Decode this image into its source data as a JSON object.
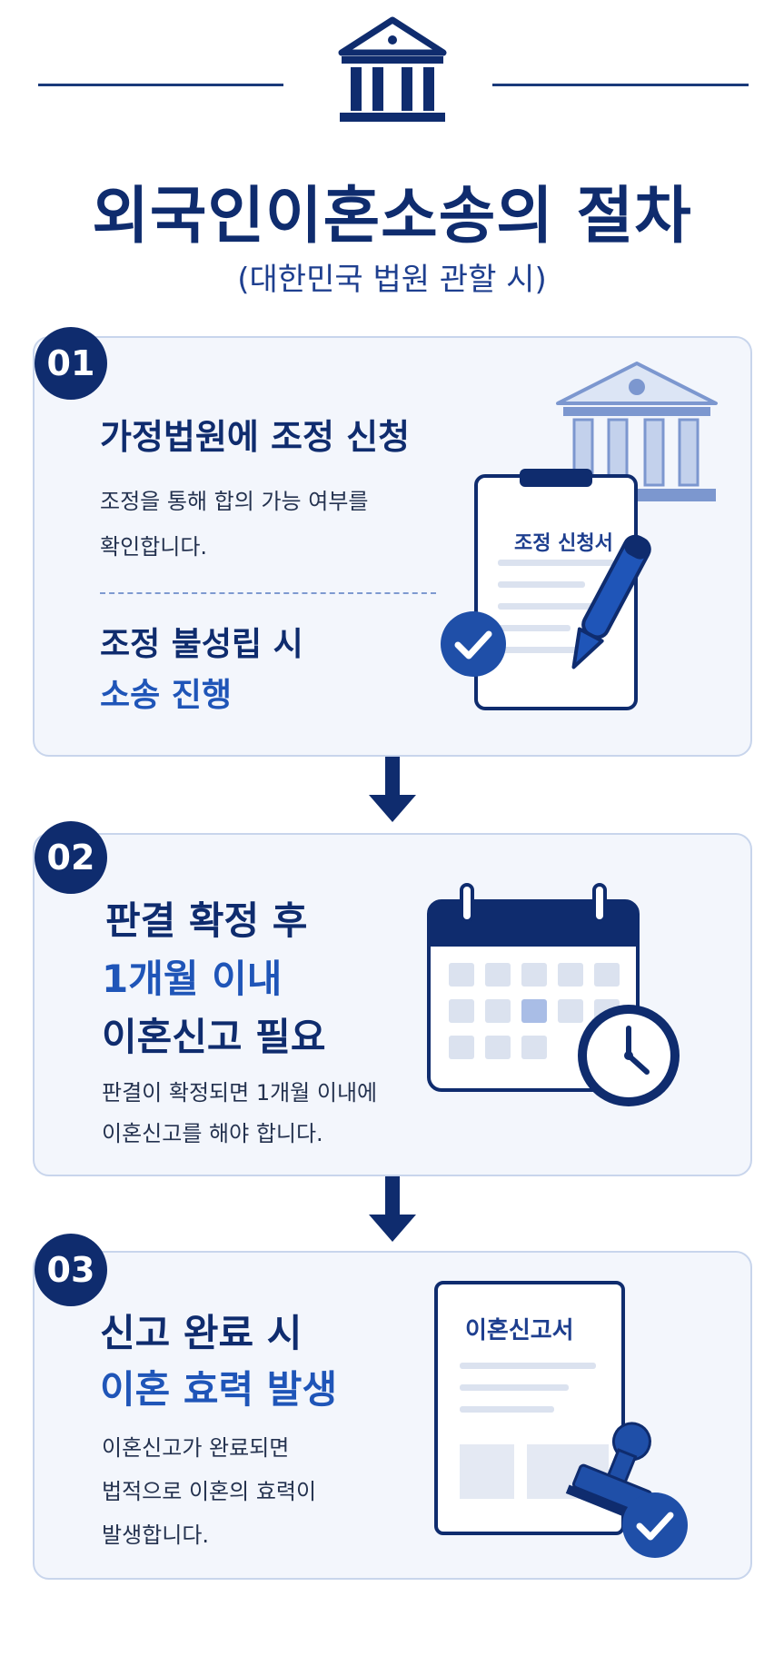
{
  "header": {
    "title": "외국인이혼소송의 절차",
    "subtitle": "(대한민국 법원 관할 시)"
  },
  "steps": [
    {
      "number": "01",
      "heading": "가정법원에 조정 신청",
      "desc_line1": "조정을 통해 합의 가능 여부를",
      "desc_line2": "확인합니다.",
      "note_line1": "조정 불성립 시",
      "note_line2": "소송 진행",
      "doc_title": "조정 신청서"
    },
    {
      "number": "02",
      "heading_line1": "판결 확정 후",
      "heading_line2": "1개월 이내",
      "heading_line3": "이혼신고 필요",
      "desc_line1": "판결이 확정되면 1개월 이내에",
      "desc_line2": "이혼신고를 해야 합니다."
    },
    {
      "number": "03",
      "heading_line1": "신고 완료 시",
      "heading_line2": "이혼 효력 발생",
      "desc_line1": "이혼신고가 완료되면",
      "desc_line2": "법적으로 이혼의 효력이",
      "desc_line3": "발생합니다.",
      "doc_title": "이혼신고서"
    }
  ],
  "icons": [
    "courthouse-icon",
    "application-document-icon",
    "pen-icon",
    "check-icon",
    "calendar-icon",
    "clock-icon",
    "stamp-icon",
    "down-arrow-icon"
  ],
  "colors": {
    "navy": "#0f2c6e",
    "blue": "#1f55b8",
    "card_bg": "#f3f6fc",
    "card_border": "#c8d5ec"
  }
}
